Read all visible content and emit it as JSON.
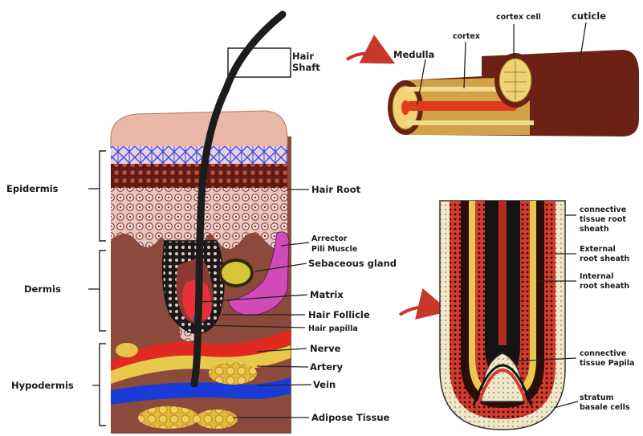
{
  "labels": {
    "hair_shaft": [
      "Hair",
      "Shaft"
    ],
    "medulla": "Medulla",
    "cortex": "cortex",
    "cortex_cell": "cortex cell",
    "cuticle": "cuticle",
    "epidermis": "Epidermis",
    "hair_root": "Hair Root",
    "arrector_pili": [
      "Arrector",
      "Pili Muscle"
    ],
    "sebaceous_gland": "Sebaceous gland",
    "dermis": "Dermis",
    "matrix": "Matrix",
    "hair_follicle": "Hair Follicle",
    "hair_papilla": "Hair papilla",
    "nerve": "Nerve",
    "artery": "Artery",
    "hypodermis": "Hypodermis",
    "vein": "Vein",
    "adipose_tissue": "Adipose Tissue",
    "connective_root_sheath": [
      "connective",
      "tissue root",
      "sheath"
    ],
    "external_root_sheath": [
      "External",
      "root sheath"
    ],
    "internal_root_sheath": [
      "Internal",
      "root sheath"
    ],
    "connective_papilla": [
      "connective",
      "tissue Papila"
    ],
    "stratum_basale": [
      "stratum",
      "basale cells"
    ]
  },
  "colors": {
    "skin_top": "#e9b8a6",
    "blue_layer": "#3a4fd0",
    "dermis": "#8c4a3c",
    "hair": "#1c1c1c",
    "shaft_brown": "#6b2214",
    "medulla_red": "#e23a1c",
    "yellow": "#e9c94c",
    "artery_red": "#e02a20",
    "vein_blue": "#1b3bd6",
    "pink_muscle": "#d14bb8",
    "arrow_red": "#c8372a"
  }
}
